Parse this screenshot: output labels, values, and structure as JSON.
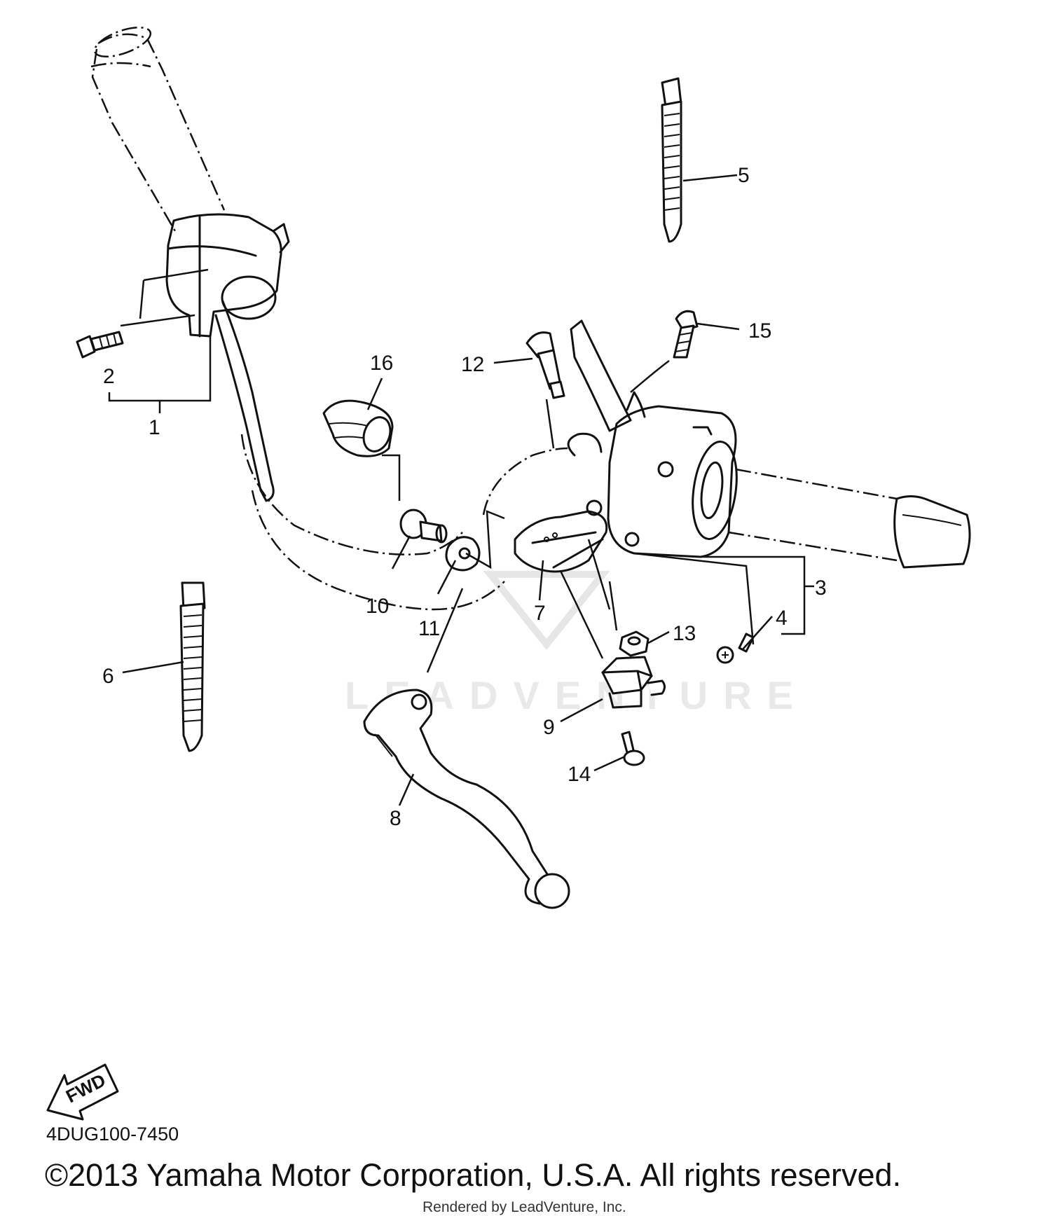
{
  "diagram": {
    "code": "4DUG100-7450",
    "copyright": "©2013 Yamaha Motor Corporation, U.S.A. All rights reserved.",
    "rendered_by": "Rendered by LeadVenture, Inc.",
    "watermark": "LEADVENTURE",
    "fwd_label": "FWD",
    "callouts": [
      "1",
      "2",
      "3",
      "4",
      "5",
      "6",
      "7",
      "8",
      "9",
      "10",
      "11",
      "12",
      "13",
      "14",
      "15",
      "16"
    ]
  }
}
